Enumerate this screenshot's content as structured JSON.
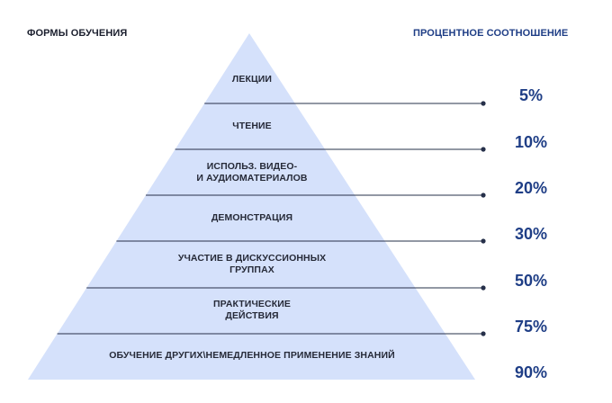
{
  "header": {
    "left_title": "ФОРМЫ ОБУЧЕНИЯ",
    "right_title": "ПРОЦЕНТНОЕ СООТНОШЕНИЕ"
  },
  "levels": [
    {
      "label_lines": [
        "ЛЕКЦИИ"
      ],
      "percent": "5%"
    },
    {
      "label_lines": [
        "ЧТЕНИЕ"
      ],
      "percent": "10%"
    },
    {
      "label_lines": [
        "ИСПОЛЬЗ. ВИДЕО-",
        "И АУДИОМАТЕРИАЛОВ"
      ],
      "percent": "20%"
    },
    {
      "label_lines": [
        "ДЕМОНСТРАЦИЯ"
      ],
      "percent": "30%"
    },
    {
      "label_lines": [
        "УЧАСТИЕ В ДИСКУССИОННЫХ",
        "ГРУППАХ"
      ],
      "percent": "50%"
    },
    {
      "label_lines": [
        "ПРАКТИЧЕСКИЕ",
        "ДЕЙСТВИЯ"
      ],
      "percent": "75%"
    },
    {
      "label_lines": [
        "ОБУЧЕНИЕ ДРУГИХ\\НЕМЕДЛЕННОЕ ПРИМЕНЕНИЕ ЗНАНИЙ"
      ],
      "percent": "90%"
    }
  ],
  "colors": {
    "pyramid_fill": "#d5e1fb",
    "divider_line": "#26304a",
    "accent": "#1f3e86",
    "text": "#262a38"
  }
}
